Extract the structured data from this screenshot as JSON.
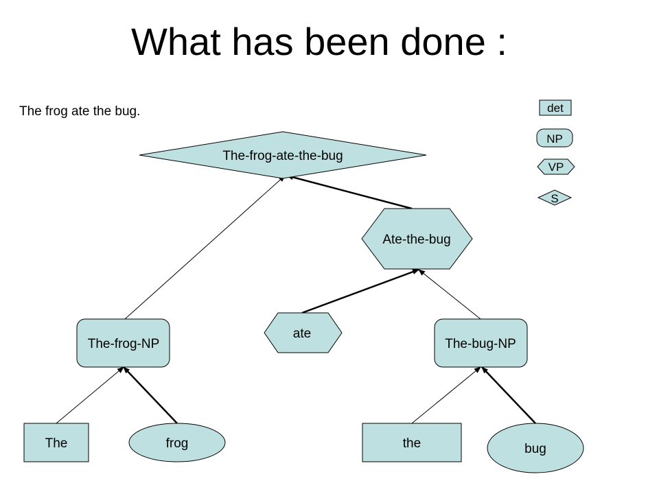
{
  "title": "What has been done :",
  "sentence": "The frog ate the bug.",
  "colors": {
    "node_fill": "#bfe0e0",
    "stroke": "#000000"
  },
  "legend": [
    {
      "label": "det",
      "shape": "rectangle"
    },
    {
      "label": "NP",
      "shape": "rounded-rectangle"
    },
    {
      "label": "VP",
      "shape": "hexagon"
    },
    {
      "label": "S",
      "shape": "diamond"
    }
  ],
  "nodes": {
    "s": {
      "label": "The-frog-ate-the-bug",
      "type": "S"
    },
    "vp": {
      "label": "Ate-the-bug",
      "type": "VP"
    },
    "frog_np": {
      "label": "The-frog-NP",
      "type": "NP"
    },
    "verb": {
      "label": "ate",
      "type": "VP"
    },
    "bug_np": {
      "label": "The-bug-NP",
      "type": "NP"
    },
    "det_the1": {
      "label": "The",
      "type": "det"
    },
    "noun_frog": {
      "label": "frog",
      "type": "noun"
    },
    "det_the2": {
      "label": "the",
      "type": "det"
    },
    "noun_bug": {
      "label": "bug",
      "type": "noun"
    }
  },
  "edges": [
    {
      "from": "frog_np",
      "to": "s",
      "weight": "thin"
    },
    {
      "from": "vp",
      "to": "s",
      "weight": "thick"
    },
    {
      "from": "verb",
      "to": "vp",
      "weight": "thick"
    },
    {
      "from": "bug_np",
      "to": "vp",
      "weight": "thin"
    },
    {
      "from": "det_the1",
      "to": "frog_np",
      "weight": "thin"
    },
    {
      "from": "noun_frog",
      "to": "frog_np",
      "weight": "thick"
    },
    {
      "from": "det_the2",
      "to": "bug_np",
      "weight": "thin"
    },
    {
      "from": "noun_bug",
      "to": "bug_np",
      "weight": "thick"
    }
  ]
}
